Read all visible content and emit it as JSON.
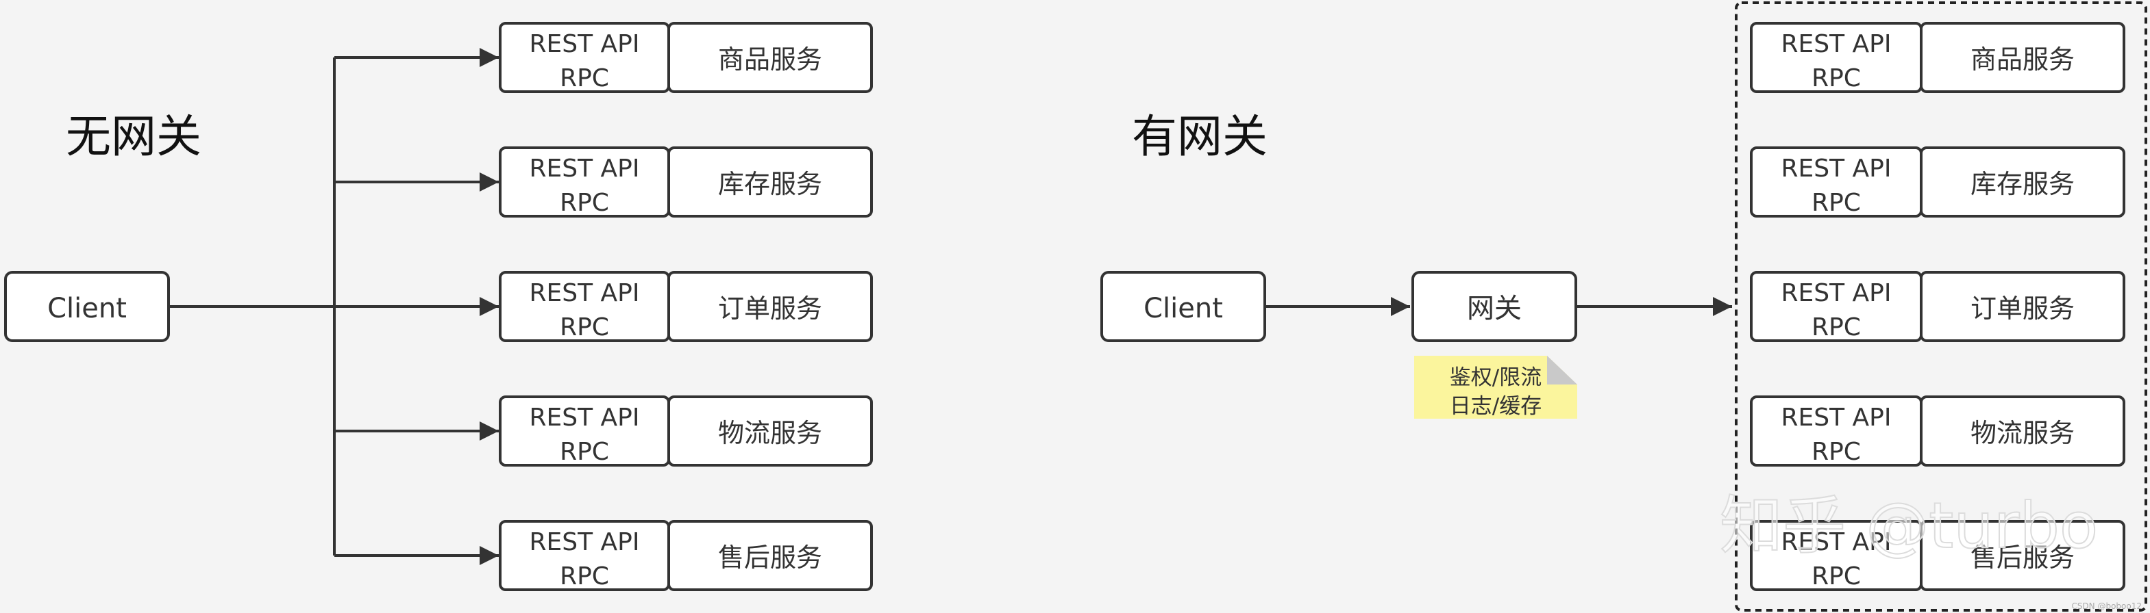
{
  "left_panel": {
    "title": "无网关",
    "client_label": "Client",
    "services": [
      {
        "api_line1": "REST API",
        "api_line2": "RPC",
        "name": "商品服务"
      },
      {
        "api_line1": "REST API",
        "api_line2": "RPC",
        "name": "库存服务"
      },
      {
        "api_line1": "REST API",
        "api_line2": "RPC",
        "name": "订单服务"
      },
      {
        "api_line1": "REST API",
        "api_line2": "RPC",
        "name": "物流服务"
      },
      {
        "api_line1": "REST API",
        "api_line2": "RPC",
        "name": "售后服务"
      }
    ]
  },
  "right_panel": {
    "title": "有网关",
    "client_label": "Client",
    "gateway_label": "网关",
    "note": {
      "line1": "鉴权/限流",
      "line2": "日志/缓存"
    },
    "services": [
      {
        "api_line1": "REST API",
        "api_line2": "RPC",
        "name": "商品服务"
      },
      {
        "api_line1": "REST API",
        "api_line2": "RPC",
        "name": "库存服务"
      },
      {
        "api_line1": "REST API",
        "api_line2": "RPC",
        "name": "订单服务"
      },
      {
        "api_line1": "REST API",
        "api_line2": "RPC",
        "name": "物流服务"
      },
      {
        "api_line1": "REST API",
        "api_line2": "RPC",
        "name": "售后服务"
      }
    ]
  },
  "watermark": "知乎 @turbo",
  "corner_credit": "CSDN @boboo12",
  "colors": {
    "background": "#f4f4f4",
    "box_fill": "#ffffff",
    "stroke": "#333333",
    "note_fill": "#fbf59d"
  }
}
